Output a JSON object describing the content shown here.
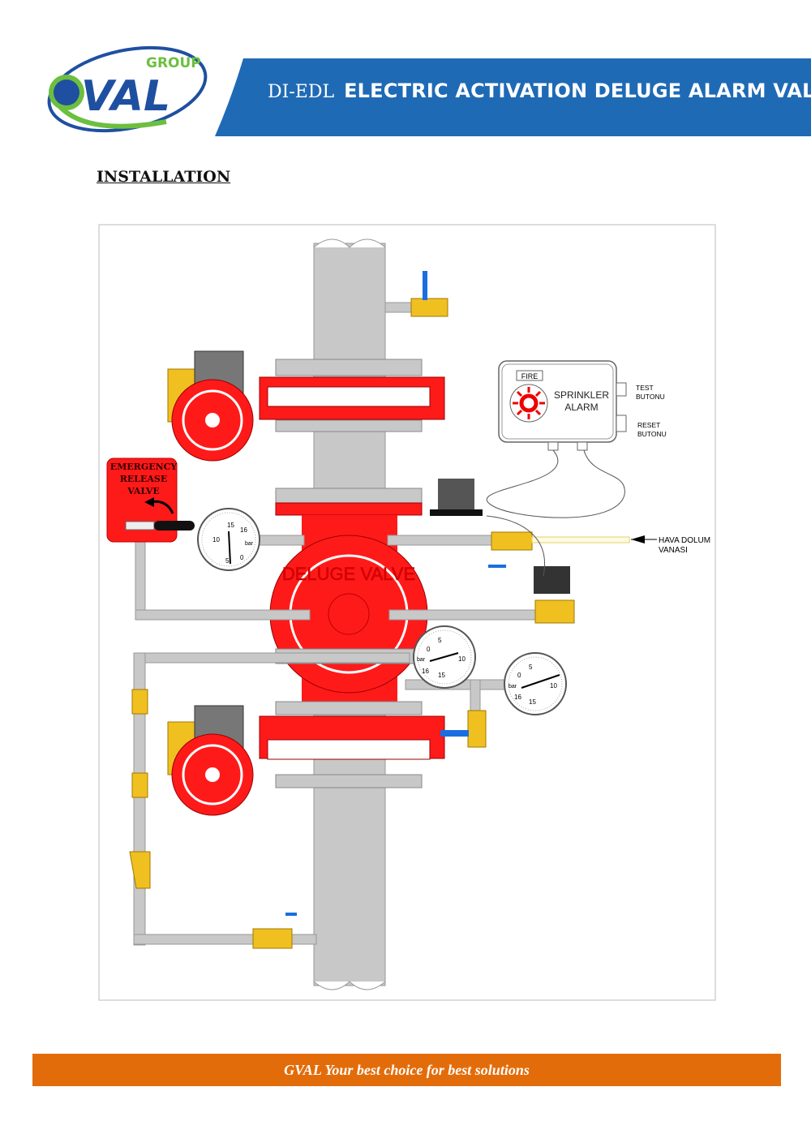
{
  "header": {
    "logo": {
      "brand": "VAL",
      "group": "GROUP",
      "initial": "G"
    },
    "product_code": "DI-EDL",
    "product_title": "ELECTRIC ACTIVATION DELUGE ALARM VALVE"
  },
  "section_heading": "INSTALLATION",
  "diagram": {
    "emergency_label": [
      "EMERGENCY",
      "RELEASE",
      "VALVE"
    ],
    "valve_watermark": "DELUGE VALVE",
    "alarm": {
      "fire": "FIRE",
      "line1": "SPRINKLER",
      "line2": "ALARM"
    },
    "test_button": [
      "TEST",
      "BUTONU"
    ],
    "reset_button": [
      "RESET",
      "BUTONU"
    ],
    "air_valve": [
      "HAVA DOLUM",
      "VANASI"
    ],
    "gauge": {
      "unit": "bar",
      "t0": "0",
      "t5": "5",
      "t10": "10",
      "t15": "15",
      "t16": "16"
    }
  },
  "footer": {
    "tagline": "GVAL Your best choice for best solutions"
  },
  "colors": {
    "brand_blue": "#1f6ab5",
    "brand_green": "#6cbf3f",
    "footer_orange": "#e36c0a",
    "valve_red": "#ff1a1a",
    "pipe_gray": "#c8c8c8",
    "brass": "#f0c020"
  }
}
